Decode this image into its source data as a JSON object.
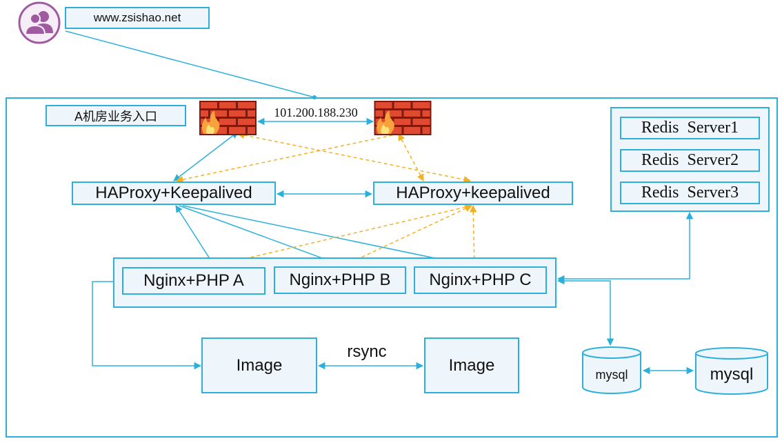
{
  "user": {
    "icon": "user-group-icon",
    "url": "www.zsishao.net"
  },
  "datacenter": {
    "title": "A机房业务入口"
  },
  "firewalls": {
    "icon": "firewall-icon",
    "vip": "101.200.188.230"
  },
  "haproxy": {
    "primary": "HAProxy+Keepalived",
    "backup": "HAProxy+keepalived"
  },
  "web_nodes": [
    "Nginx+PHP A",
    "Nginx+PHP B",
    "Nginx+PHP C"
  ],
  "redis": [
    "Redis  Server1",
    "Redis  Server2",
    "Redis  Server3"
  ],
  "image": {
    "left": "Image",
    "right": "Image",
    "sync_label": "rsync"
  },
  "mysql": {
    "master": "mysql",
    "slave": "mysql"
  },
  "colors": {
    "line": "#2bb0dc",
    "dashed": "#f4b020",
    "box_fill": "#eef5fb",
    "user_icon": "#a05aa0",
    "brick": "#e04a30"
  }
}
